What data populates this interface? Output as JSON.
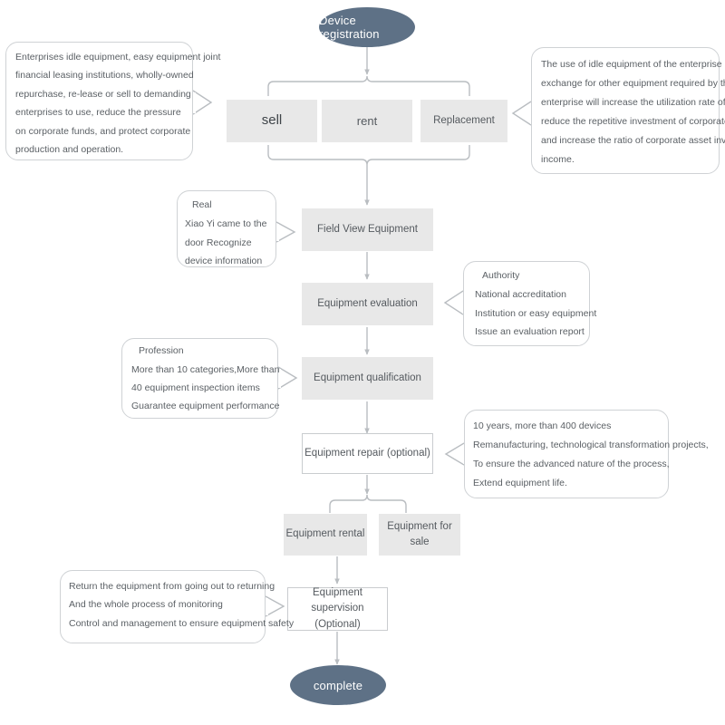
{
  "diagram": {
    "title_node": "Device registration",
    "end_node": "complete",
    "nodes": {
      "sell": "sell",
      "rent": "rent",
      "replacement": "Replacement",
      "field_view": "Field View Equipment",
      "evaluation": "Equipment evaluation",
      "qualification": "Equipment qualification",
      "repair": "Equipment repair (optional)",
      "rental": "Equipment  rental",
      "for_sale": "Equipment for sale",
      "supervision_line1": "Equipment supervision",
      "supervision_line2": "(Optional)"
    },
    "callouts": {
      "sell_note": {
        "lines": [
          "Enterprises idle equipment, easy equipment joint",
          "financial leasing institutions, wholly-owned",
          "repurchase, re-lease or sell to demanding",
          "enterprises to use, reduce the pressure",
          "on corporate funds, and protect corporate",
          " production and operation."
        ]
      },
      "replacement_note": {
        "lines": [
          "The use of idle equipment of the enterprise in",
          "exchange for other equipment required by the",
          "enterprise will increase the utilization rate of assets,",
          "reduce the repetitive investment of corporate assets,",
          "and increase the ratio of corporate asset investment",
          "income."
        ]
      },
      "real_note": {
        "title": "Real",
        "lines": [
          "Xiao Yi came to the",
          "  door  Recognize",
          "device information"
        ]
      },
      "authority_note": {
        "title": "Authority",
        "lines": [
          "National accreditation",
          "Institution or easy equipment",
          "Issue an evaluation report"
        ]
      },
      "profession_note": {
        "title": "Profession",
        "lines": [
          "More than 10 categories,More than",
          "40  equipment inspection items",
          "Guarantee equipment performance"
        ]
      },
      "repair_note": {
        "lines": [
          "10 years, more than 400 devices",
          "Remanufacturing, technological transformation projects,",
          "To ensure the advanced nature of the process,",
          "Extend equipment life."
        ]
      },
      "supervision_note": {
        "lines": [
          "Return the equipment from going out to returning",
          "And the whole process of monitoring",
          "Control and management to ensure equipment safety"
        ]
      }
    },
    "colors": {
      "terminator_fill": "#5e7186",
      "box_fill": "#e8e8e8",
      "box_text": "#555a5f",
      "connector": "#b9bdc1",
      "callout_border": "#cfd2d5",
      "callout_text": "#5b6065",
      "background": "#ffffff"
    }
  }
}
